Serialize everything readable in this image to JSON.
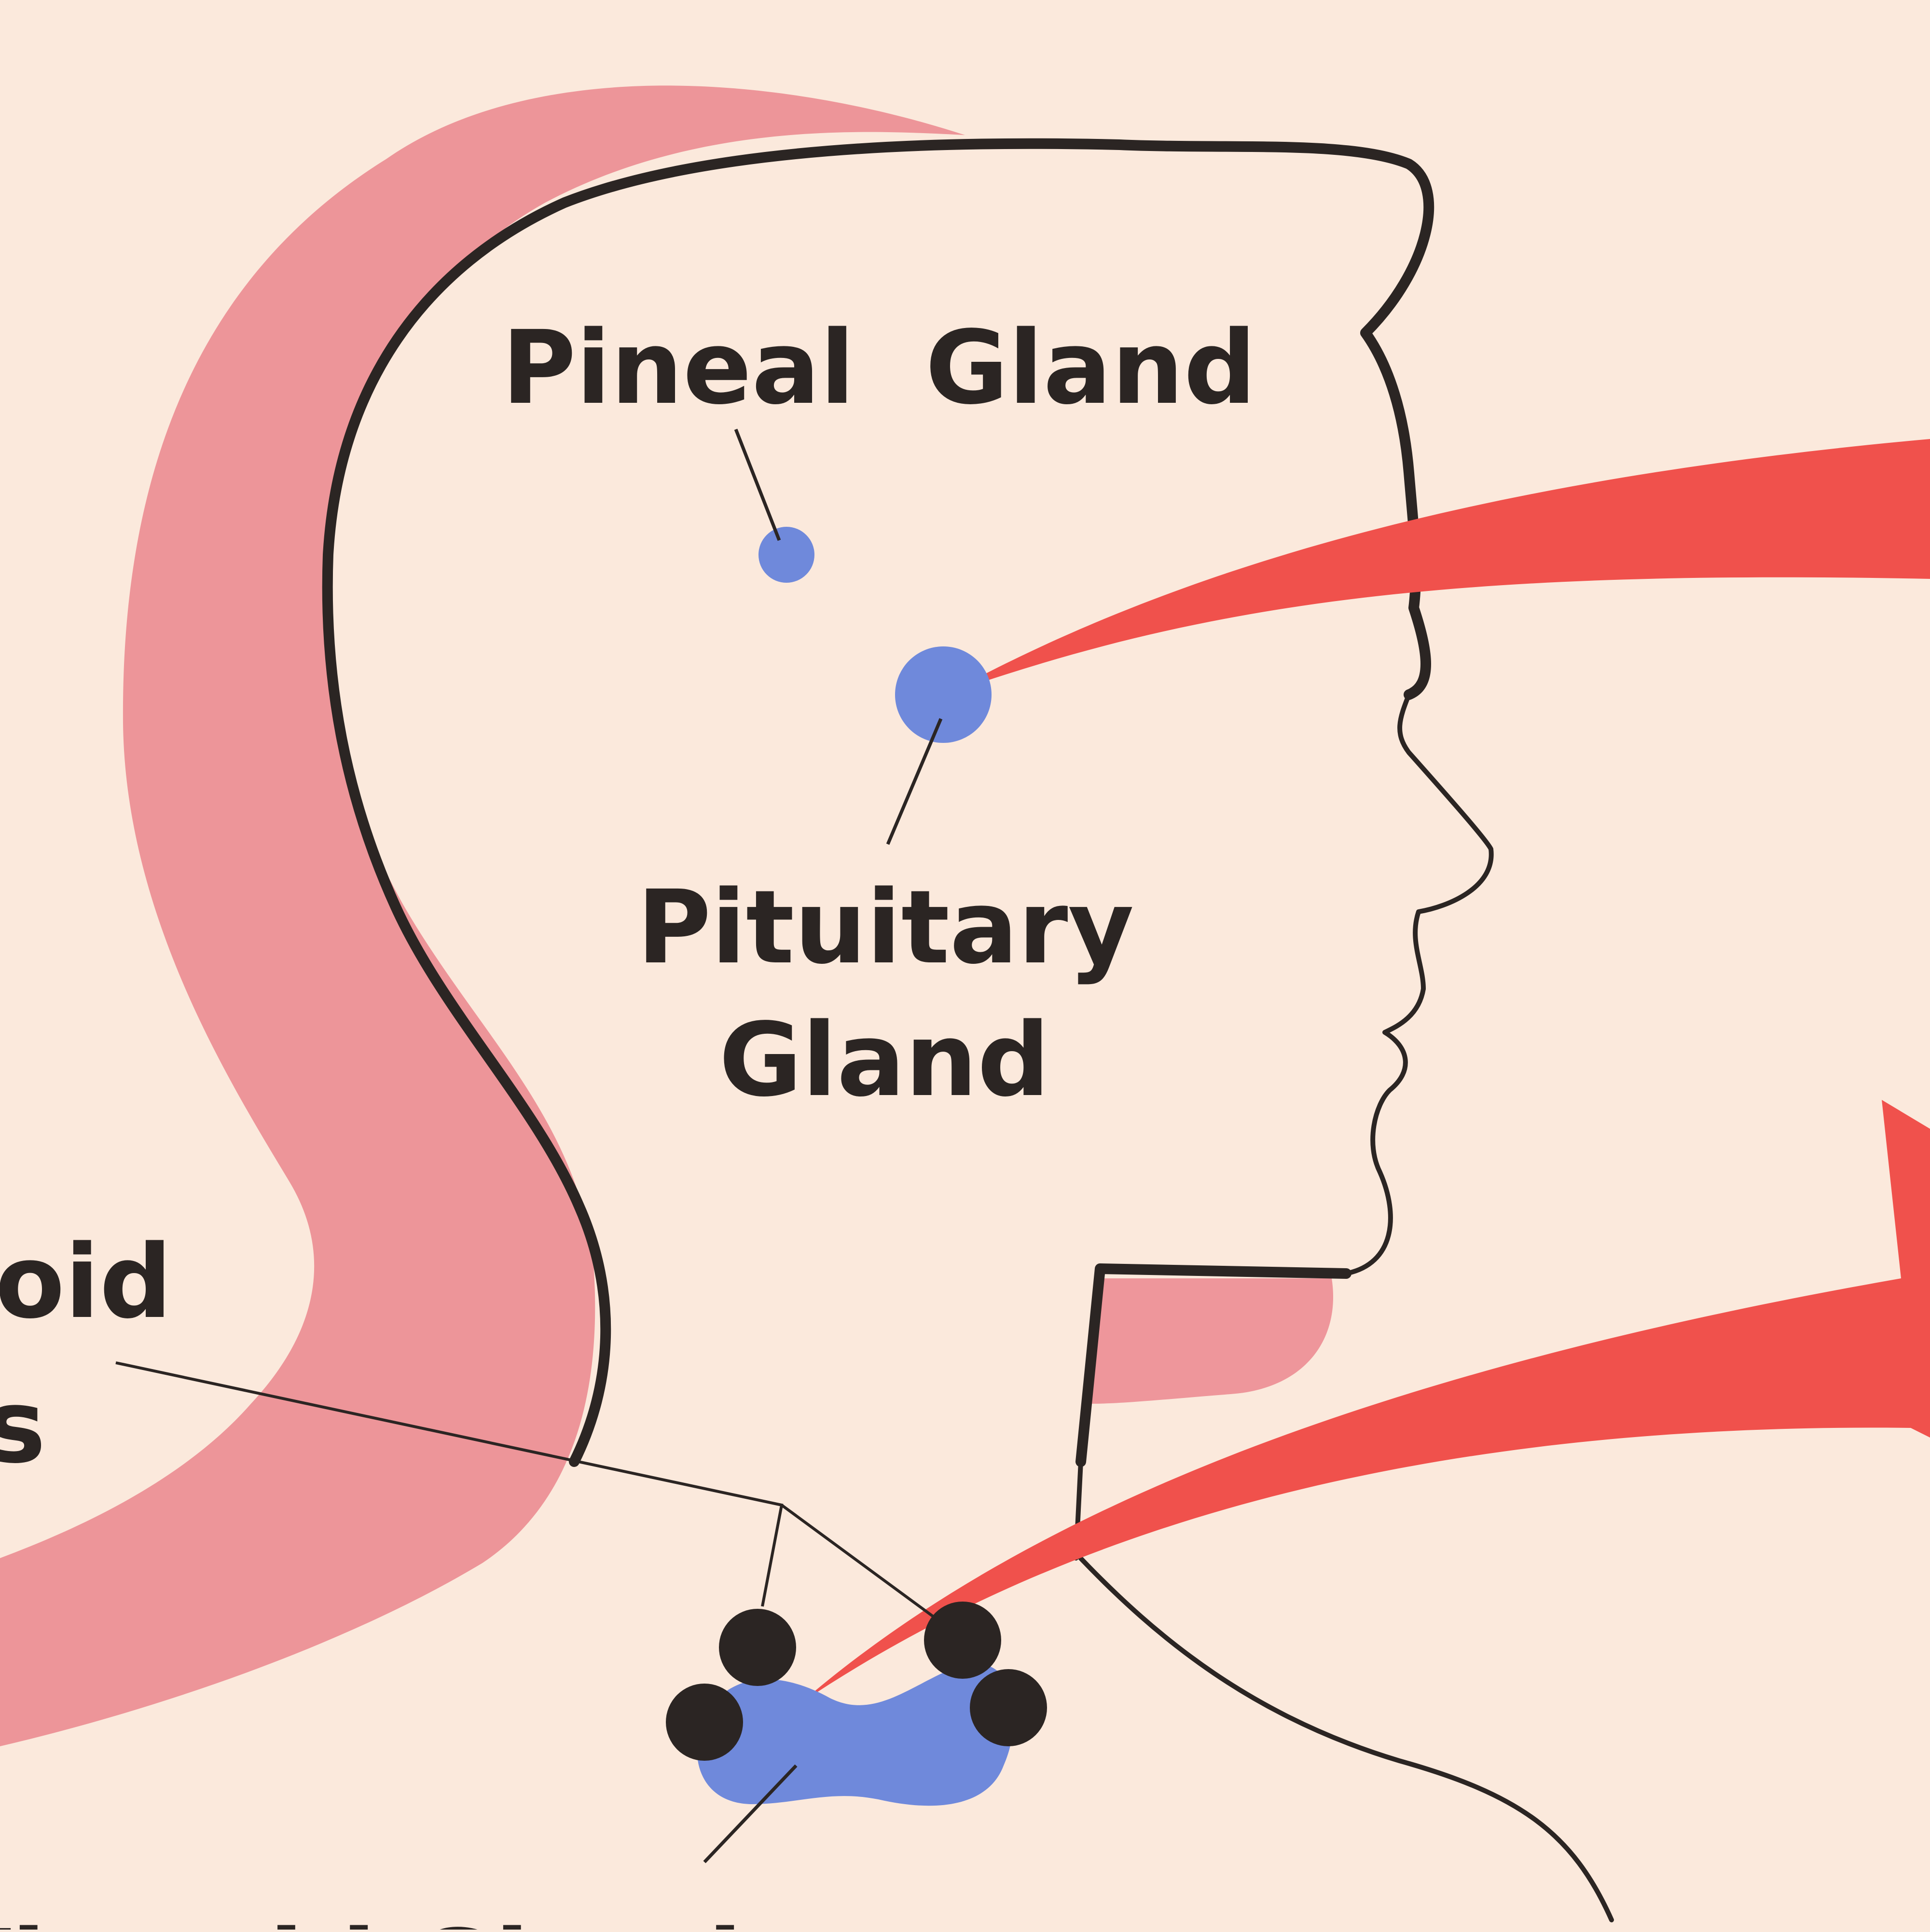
{
  "labels": {
    "pineal": "Pineal  Gland",
    "pituitary_line1": "Pituitary",
    "pituitary_line2": "Gland",
    "parathyroid_partial_1": "oid",
    "parathyroid_partial_2": "s",
    "thyroid_partial": "Thyroid Gland"
  },
  "colors": {
    "background": "#fbe9dc",
    "head_band": "#ec8d93",
    "arrow": "#f0514c",
    "gland": "#6f89db",
    "parathyroid": "#2b2523",
    "outline": "#2b2523"
  }
}
